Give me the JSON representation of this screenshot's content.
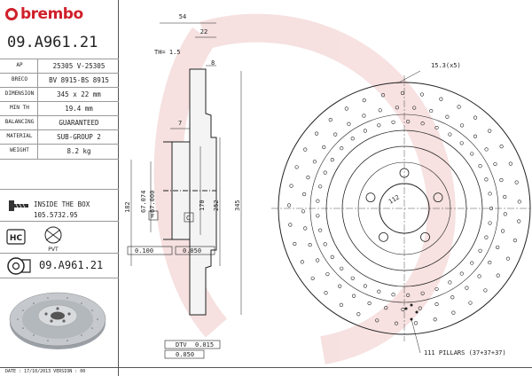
{
  "header": {
    "brand": "brembo",
    "part_number": "09.A961.21"
  },
  "specs": [
    {
      "label": "AP",
      "value": "25305 V-25305"
    },
    {
      "label": "BRECO",
      "value": "BV 8915-BS 8915"
    },
    {
      "label": "DIMENSION",
      "value": "345 x 22 mm"
    },
    {
      "label": "MIN TH",
      "value": "19.4 mm"
    },
    {
      "label": "BALANCING",
      "value": "GUARANTEED"
    },
    {
      "label": "MATERIAL",
      "value": "SUB-GROUP 2"
    },
    {
      "label": "WEIGHT",
      "value": "8.2 kg"
    }
  ],
  "inside_box": {
    "label": "INSIDE THE BOX",
    "number": "105.5732.95"
  },
  "badges": {
    "hc": "HC",
    "pvt": "PVT"
  },
  "part_number_bottom": "09.A961.21",
  "footer": {
    "text": "DATE : 17/10/2013 VERSION : 00"
  },
  "dimensions": {
    "overall_width": "54",
    "hat_width": "22",
    "th_label": "TH= 1.5",
    "offset": "8",
    "flange": "7",
    "bolt_holes": "15.3(x5)",
    "pcd": "112",
    "d182": "182",
    "d67074": "67.074",
    "d67000": "67.000",
    "d170": "170",
    "d252": "252",
    "d345": "345",
    "flatness": "0.100",
    "perp": "0.050",
    "ref_c": "C",
    "ref_f": "F",
    "dtv_label": "DTV",
    "dtv": "0.015",
    "runout": "0.050",
    "pillars": "111 PILLARS (37+37+37)"
  },
  "watermark_color": "#e8b8b8",
  "accent_color": "#d0202a"
}
